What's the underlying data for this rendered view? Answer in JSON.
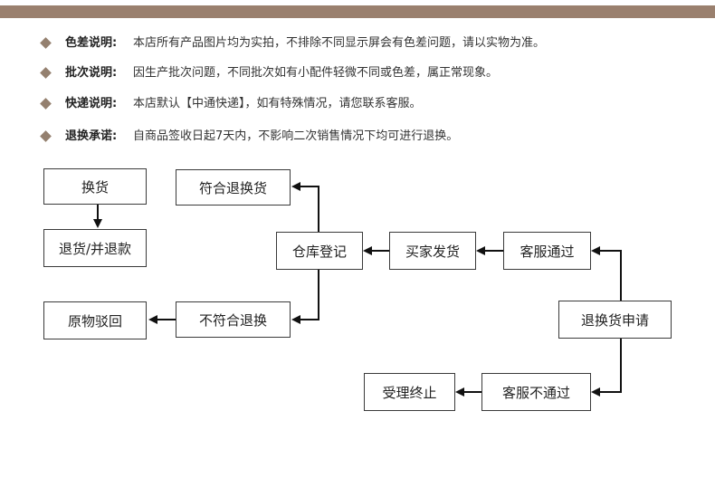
{
  "notes": [
    {
      "title": "色差说明:",
      "text": "本店所有产品图片均为实拍，不排除不同显示屏会有色差问题，请以实物为准。"
    },
    {
      "title": "批次说明:",
      "text": "因生产批次问题，不同批次如有小配件轻微不同或色差，属正常现象。"
    },
    {
      "title": "快递说明:",
      "text": "本店默认【中通快递】，如有特殊情况，请您联系客服。"
    },
    {
      "title": "退换承诺:",
      "text": "自商品签收日起7天内，不影响二次销售情况下均可进行退换。"
    }
  ],
  "flow": {
    "exchange": "换货",
    "return_refund": "退货/并退款",
    "eligible": "符合退换货",
    "warehouse_register": "仓库登记",
    "buyer_ships": "买家发货",
    "cs_approved": "客服通过",
    "request": "退换货申请",
    "not_eligible": "不符合退换",
    "returned_original": "原物驳回",
    "cs_rejected": "客服不通过",
    "terminated": "受理终止"
  },
  "colors": {
    "accent_bar": "#9a806e",
    "bullet": "#94806f",
    "box_border": "#3a3a3a",
    "arrow": "#111111"
  }
}
